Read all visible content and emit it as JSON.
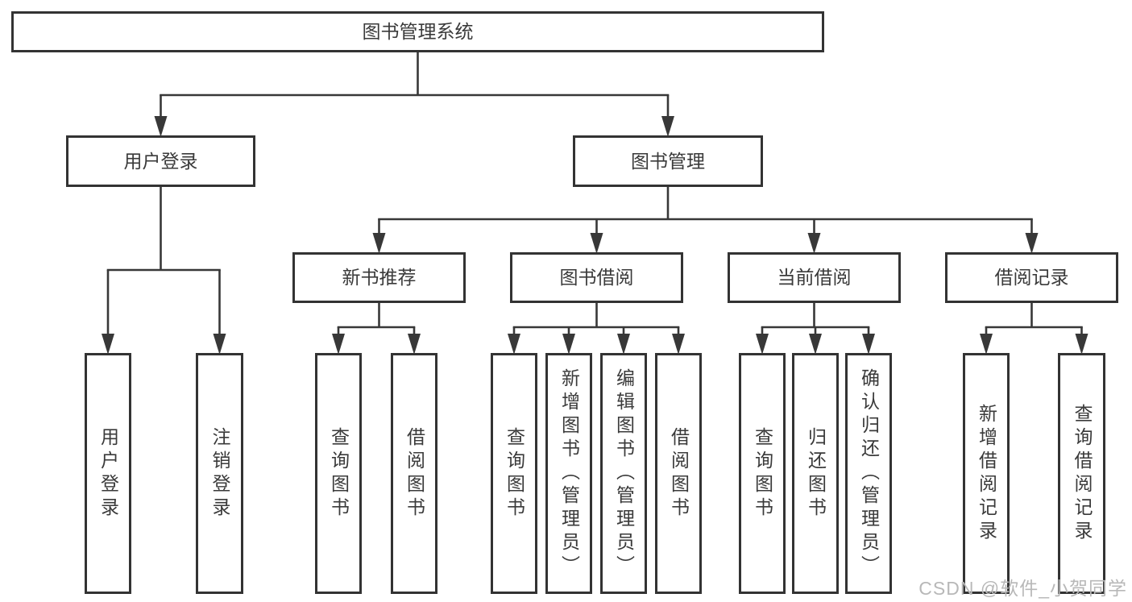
{
  "diagram": {
    "title": "图书管理系统",
    "nodes": [
      {
        "id": "root",
        "label": "图书管理系统",
        "level": 1,
        "parent": null,
        "orientation": "horizontal"
      },
      {
        "id": "user-login",
        "label": "用户登录",
        "level": 2,
        "parent": "root",
        "orientation": "horizontal"
      },
      {
        "id": "book-mgmt",
        "label": "图书管理",
        "level": 2,
        "parent": "root",
        "orientation": "horizontal"
      },
      {
        "id": "new-book-rec",
        "label": "新书推荐",
        "level": 3,
        "parent": "book-mgmt",
        "orientation": "horizontal"
      },
      {
        "id": "book-borrow",
        "label": "图书借阅",
        "level": 3,
        "parent": "book-mgmt",
        "orientation": "horizontal"
      },
      {
        "id": "current-borrow",
        "label": "当前借阅",
        "level": 3,
        "parent": "book-mgmt",
        "orientation": "horizontal"
      },
      {
        "id": "borrow-records",
        "label": "借阅记录",
        "level": 3,
        "parent": "book-mgmt",
        "orientation": "horizontal"
      },
      {
        "id": "login-action",
        "label": "用户登录",
        "level": 4,
        "parent": "user-login",
        "orientation": "vertical"
      },
      {
        "id": "logout-action",
        "label": "注销登录",
        "level": 4,
        "parent": "user-login",
        "orientation": "vertical"
      },
      {
        "id": "rec-query",
        "label": "查询图书",
        "level": 4,
        "parent": "new-book-rec",
        "orientation": "vertical"
      },
      {
        "id": "rec-borrow",
        "label": "借阅图书",
        "level": 4,
        "parent": "new-book-rec",
        "orientation": "vertical"
      },
      {
        "id": "bb-query",
        "label": "查询图书",
        "level": 4,
        "parent": "book-borrow",
        "orientation": "vertical"
      },
      {
        "id": "bb-add",
        "label": "新增图书（管理员）",
        "level": 4,
        "parent": "book-borrow",
        "orientation": "vertical"
      },
      {
        "id": "bb-edit",
        "label": "编辑图书（管理员）",
        "level": 4,
        "parent": "book-borrow",
        "orientation": "vertical"
      },
      {
        "id": "bb-borrow",
        "label": "借阅图书",
        "level": 4,
        "parent": "book-borrow",
        "orientation": "vertical"
      },
      {
        "id": "cb-query",
        "label": "查询图书",
        "level": 4,
        "parent": "current-borrow",
        "orientation": "vertical"
      },
      {
        "id": "cb-return",
        "label": "归还图书",
        "level": 4,
        "parent": "current-borrow",
        "orientation": "vertical"
      },
      {
        "id": "cb-confirm",
        "label": "确认归还（管理员）",
        "level": 4,
        "parent": "current-borrow",
        "orientation": "vertical"
      },
      {
        "id": "br-add",
        "label": "新增借阅记录",
        "level": 4,
        "parent": "borrow-records",
        "orientation": "vertical"
      },
      {
        "id": "br-query",
        "label": "查询借阅记录",
        "level": 4,
        "parent": "borrow-records",
        "orientation": "vertical"
      }
    ],
    "colors": {
      "line": "#383838",
      "box_border": "#333333",
      "box_fill": "#ffffff",
      "text": "#3a3a3a"
    }
  },
  "watermark": {
    "text": "CSDN @软件_小贺同学",
    "color": "#b8b8b8"
  }
}
